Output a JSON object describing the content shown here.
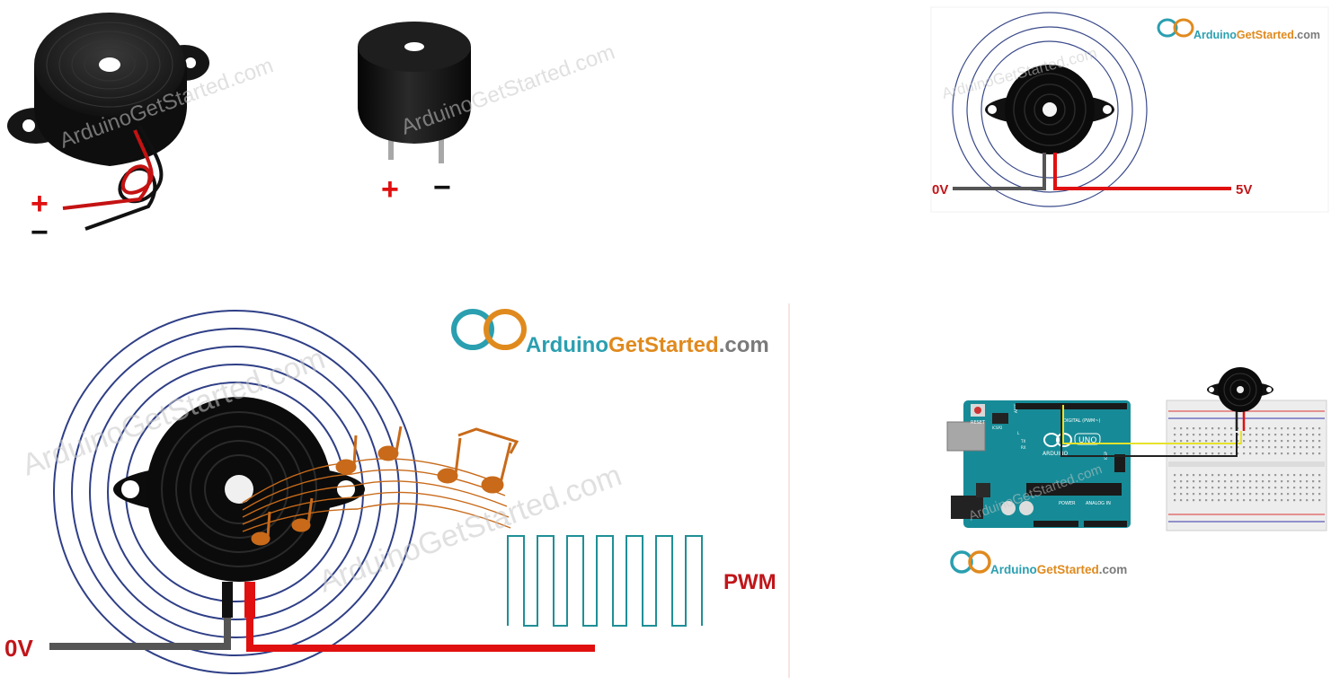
{
  "watermark": "ArduinoGetStarted.com",
  "brand": {
    "part1": "Arduino",
    "part2": "GetStarted",
    "part3": ".com"
  },
  "colors": {
    "brand_teal": "#2a9fb0",
    "brand_orange": "#e08a1e",
    "brand_gray": "#7a7a7a",
    "wire_red": "#e01010",
    "wire_gray": "#555555",
    "pwm_teal": "#1f8f96",
    "label_red": "#c0161a",
    "ring_navy": "#2f3f86",
    "note_orange": "#c86a1a"
  },
  "panel_active_buzzer": {
    "plus": "+",
    "minus": "−"
  },
  "panel_passive_buzzer": {
    "plus": "+",
    "minus": "−"
  },
  "panel_power": {
    "ground_label": "0V",
    "supply_label": "5V"
  },
  "panel_pwm": {
    "ground_label": "0V",
    "signal_label": "PWM"
  },
  "panel_arduino": {
    "reset": "RESET",
    "icsp2": "ICSP2",
    "aref": "AREF",
    "digital": "DIGITAL (PWM~)",
    "l": "L",
    "tx": "TX",
    "rx": "RX",
    "uno": "UNO",
    "arduino": "ARDUINO",
    "power": "POWER",
    "analog_in": "ANALOG IN",
    "icsp": "ICSP"
  },
  "icons": [
    "arduino-infinity-logo-icon",
    "piezo-buzzer-icon",
    "music-note-icon"
  ]
}
